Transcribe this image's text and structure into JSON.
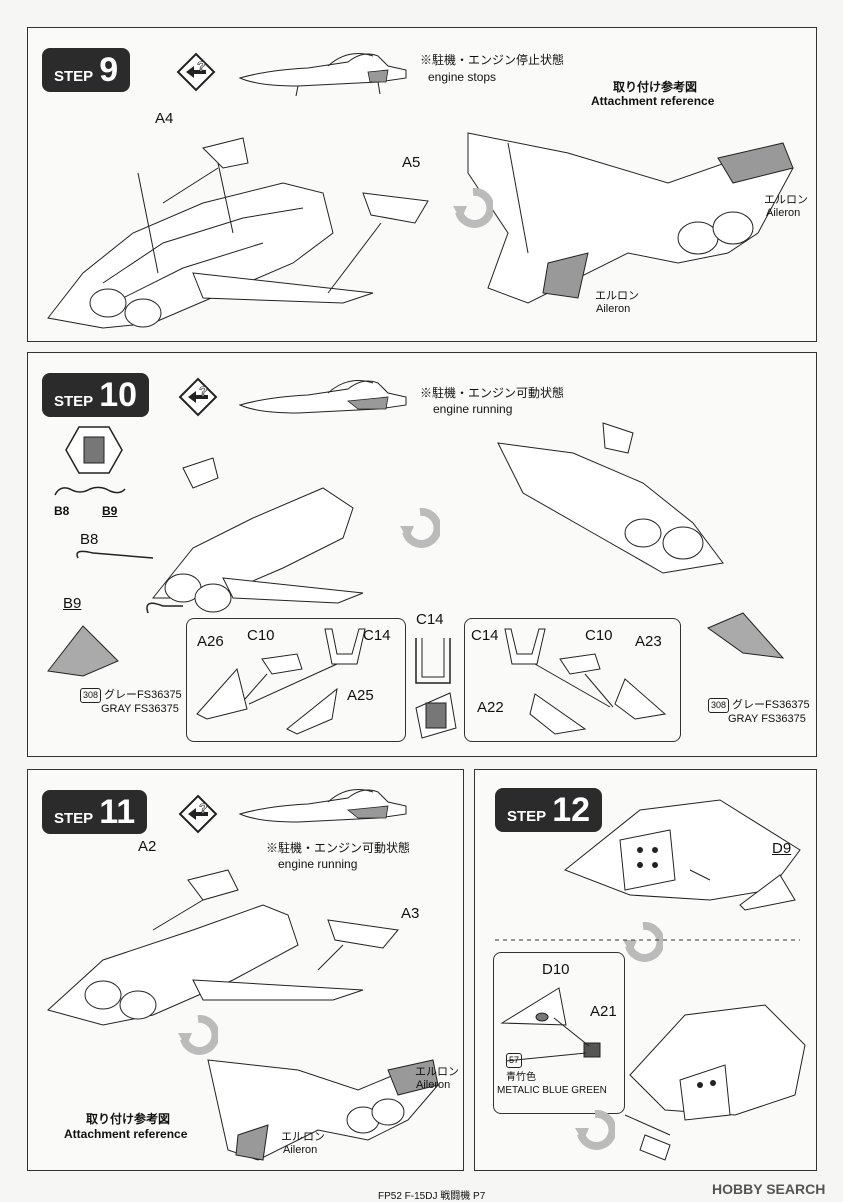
{
  "steps": [
    {
      "label": "STEP",
      "number": "9",
      "note_jp": "※駐機・エンジン停止状態",
      "note_en": "engine stops"
    },
    {
      "label": "STEP",
      "number": "10",
      "note_jp": "※駐機・エンジン可動状態",
      "note_en": "engine running"
    },
    {
      "label": "STEP",
      "number": "11",
      "note_jp": "※駐機・エンジン可動状態",
      "note_en": "engine running"
    },
    {
      "label": "STEP",
      "number": "12"
    }
  ],
  "attach_ref": {
    "jp": "取り付け参考図",
    "en": "Attachment reference"
  },
  "aileron": {
    "jp": "エルロン",
    "en": "Aileron"
  },
  "parts": {
    "a2": "A2",
    "a3": "A3",
    "a4": "A4",
    "a5": "A5",
    "a21": "A21",
    "a22": "A22",
    "a23": "A23",
    "a25": "A25",
    "a26": "A26",
    "b8": "B8",
    "b9": "B9",
    "c10": "C10",
    "c14": "C14",
    "d9": "D9",
    "d10": "D10"
  },
  "paints": {
    "gray": {
      "code": "308",
      "jp": "グレーFS36375",
      "en": "GRAY FS36375"
    },
    "blue": {
      "code": "57",
      "jp": "青竹色",
      "en": "METALIC BLUE GREEN"
    }
  },
  "footer": "FP52 F-15DJ 戦闘機 P7",
  "watermark": "HOBBY SEARCH",
  "colors": {
    "badge": "#2b2b2b",
    "line": "#222222",
    "shade": "#9a9a9a"
  }
}
